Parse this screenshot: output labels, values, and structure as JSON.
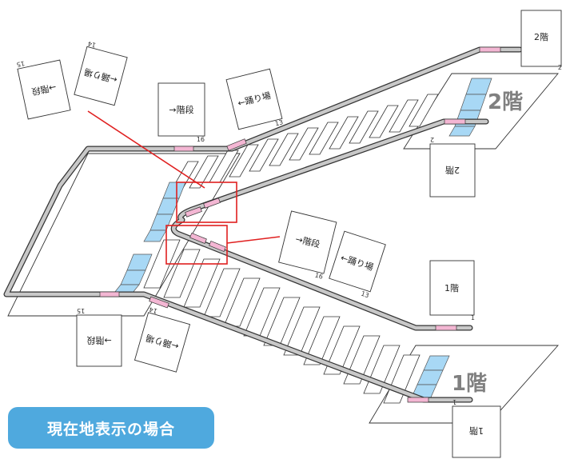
{
  "signs": {
    "floor2": "2階",
    "floor1": "1階",
    "stairs": "→階段",
    "landing": "←踊り場"
  },
  "step_numbers": {
    "n1": "1",
    "n2": "2",
    "n13": "13",
    "n14": "14",
    "n15": "15",
    "n16": "16"
  },
  "floor_labels": {
    "floor2": "2階",
    "floor1": "1階"
  },
  "badge": {
    "label": "現在地表示の場合"
  },
  "colors": {
    "rail": "#bdbdbd",
    "rail_marker": "#f3b6d3",
    "tactile": "#a8d8f5",
    "highlight": "#e02020",
    "badge": "#4fa9de"
  }
}
